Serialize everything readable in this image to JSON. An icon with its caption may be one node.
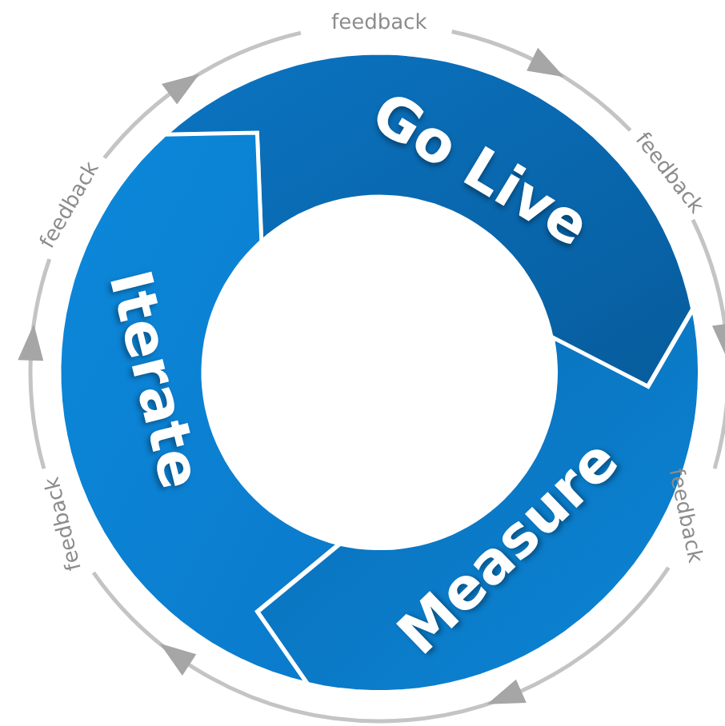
{
  "diagram": {
    "nodes": [
      {
        "text": [
          "Go Live"
        ]
      },
      {
        "text": [
          "Measure"
        ]
      },
      {
        "text": [
          "Iterate"
        ]
      }
    ],
    "labels": [
      "feedback",
      "feedback",
      "feedback",
      "feedback",
      "feedback"
    ]
  }
}
